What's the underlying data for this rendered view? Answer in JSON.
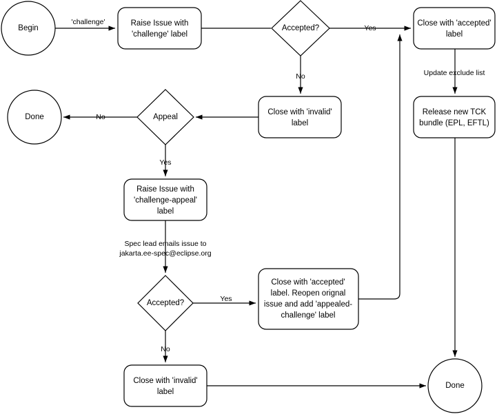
{
  "diagram": {
    "title": "Jakarta EE TCK Challenge Process Flowchart",
    "background_color": "#ffffff",
    "stroke_color": "#000000",
    "nodes": {
      "begin": {
        "label": "Begin",
        "shape": "circle"
      },
      "raise_challenge": {
        "line1": "Raise Issue with",
        "line2": "'challenge' label",
        "shape": "rounded-rect"
      },
      "accepted_1": {
        "label": "Accepted?",
        "shape": "diamond"
      },
      "close_accepted": {
        "line1": "Close with 'accepted'",
        "line2": "label",
        "shape": "rounded-rect"
      },
      "release_tck": {
        "line1": "Release new TCK",
        "line2": "bundle (EPL, EFTL)",
        "shape": "rounded-rect"
      },
      "close_invalid_1": {
        "line1": "Close with 'invalid'",
        "line2": "label",
        "shape": "rounded-rect"
      },
      "appeal": {
        "label": "Appeal",
        "shape": "diamond"
      },
      "done_left": {
        "label": "Done",
        "shape": "circle"
      },
      "raise_appeal": {
        "line1": "Raise Issue with",
        "line2": "'challenge-appeal'",
        "line3": "label",
        "shape": "rounded-rect"
      },
      "accepted_2": {
        "label": "Accepted?",
        "shape": "diamond"
      },
      "close_accepted_reopen": {
        "line1": "Close with 'accepted'",
        "line2": "label. Reopen orignal",
        "line3": "issue and add 'appealed-",
        "line4": "challenge' label",
        "shape": "rounded-rect"
      },
      "close_invalid_2": {
        "line1": "Close with 'invalid'",
        "line2": "label",
        "shape": "rounded-rect"
      },
      "done_right": {
        "label": "Done",
        "shape": "circle"
      }
    },
    "edge_labels": {
      "challenge": "'challenge'",
      "yes_top": "Yes",
      "no_top": "No",
      "no_appeal": "No",
      "yes_appeal": "Yes",
      "update_exclude": "Update exclude list",
      "spec_lead_line1": "Spec lead emails issue to",
      "spec_lead_line2": "jakarta.ee-spec@eclipse.org",
      "yes_appeal_accepted": "Yes",
      "no_appeal_accepted": "No"
    }
  }
}
